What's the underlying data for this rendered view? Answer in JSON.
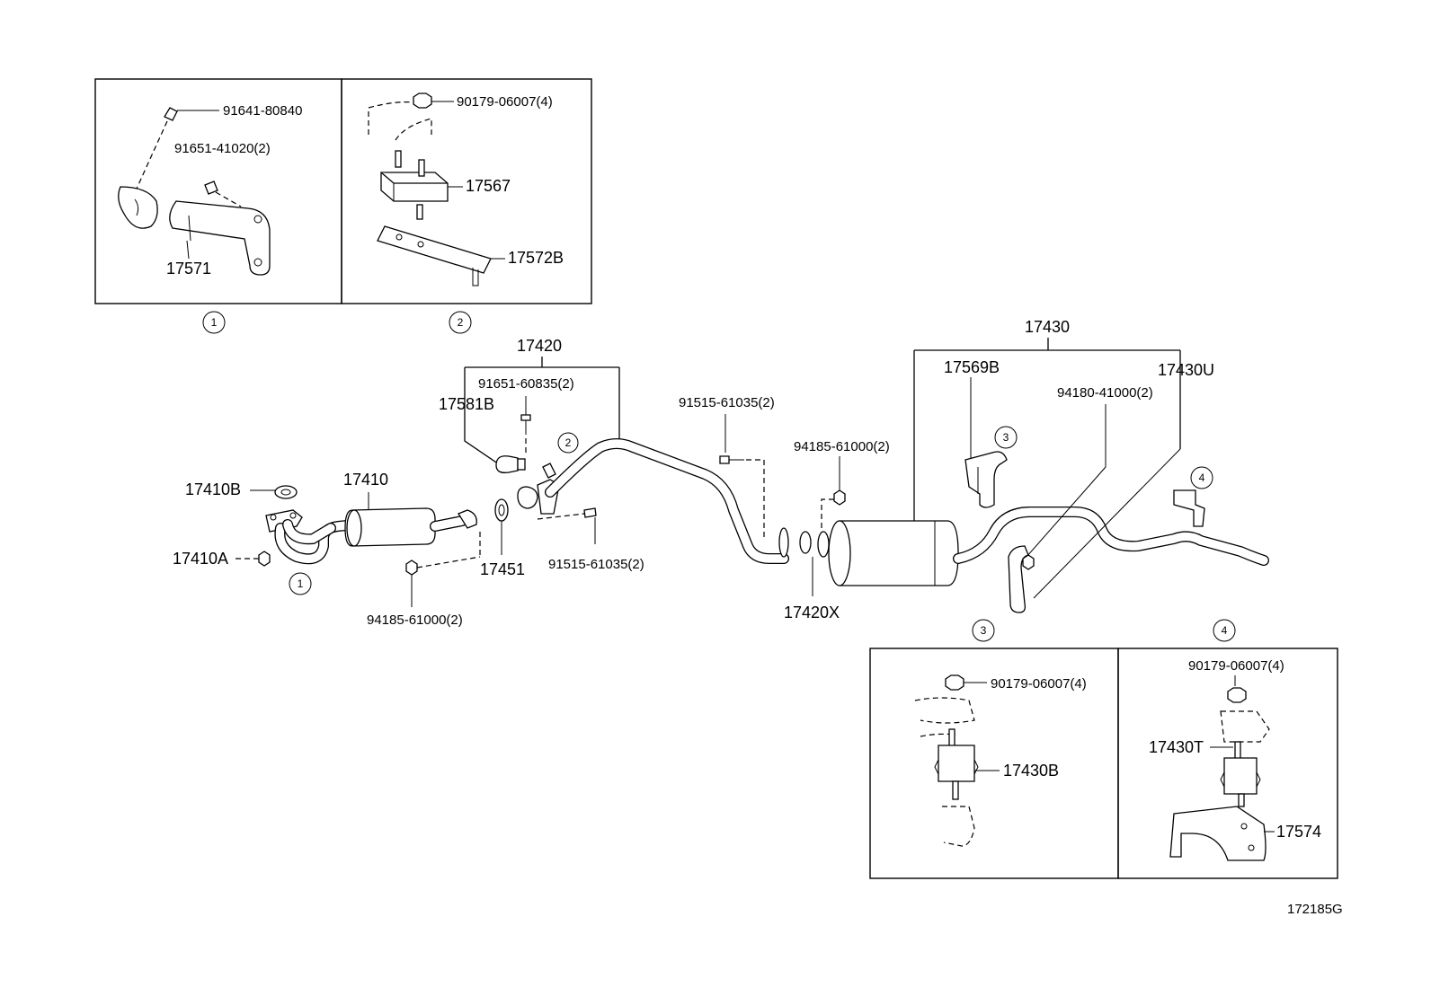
{
  "diagram": {
    "id_code": "172185G",
    "callouts": {
      "c1": "1",
      "c2": "2",
      "c3": "3",
      "c4": "4"
    },
    "inset1": {
      "bolt": "91641-80840",
      "bolt2": "91651-41020(2)",
      "bracket": "17571"
    },
    "inset2": {
      "nut": "90179-06007(4)",
      "mount": "17567",
      "plate": "17572B"
    },
    "inset3": {
      "nut": "90179-06007(4)",
      "mount": "17430B"
    },
    "inset4": {
      "nut": "90179-06007(4)",
      "mount": "17430T",
      "bracket": "17574"
    },
    "main": {
      "p17420": "17420",
      "p17581B": "17581B",
      "p91651_60835": "91651-60835(2)",
      "p17410B": "17410B",
      "p17410": "17410",
      "p17410A": "17410A",
      "p17451": "17451",
      "p91515_61035_a": "91515-61035(2)",
      "p94185_61000_a": "94185-61000(2)",
      "p91515_61035_b": "91515-61035(2)",
      "p94185_61000_b": "94185-61000(2)",
      "p17420X": "17420X",
      "p17430": "17430",
      "p17569B": "17569B",
      "p17430U": "17430U",
      "p94180_41000": "94180-41000(2)"
    }
  }
}
